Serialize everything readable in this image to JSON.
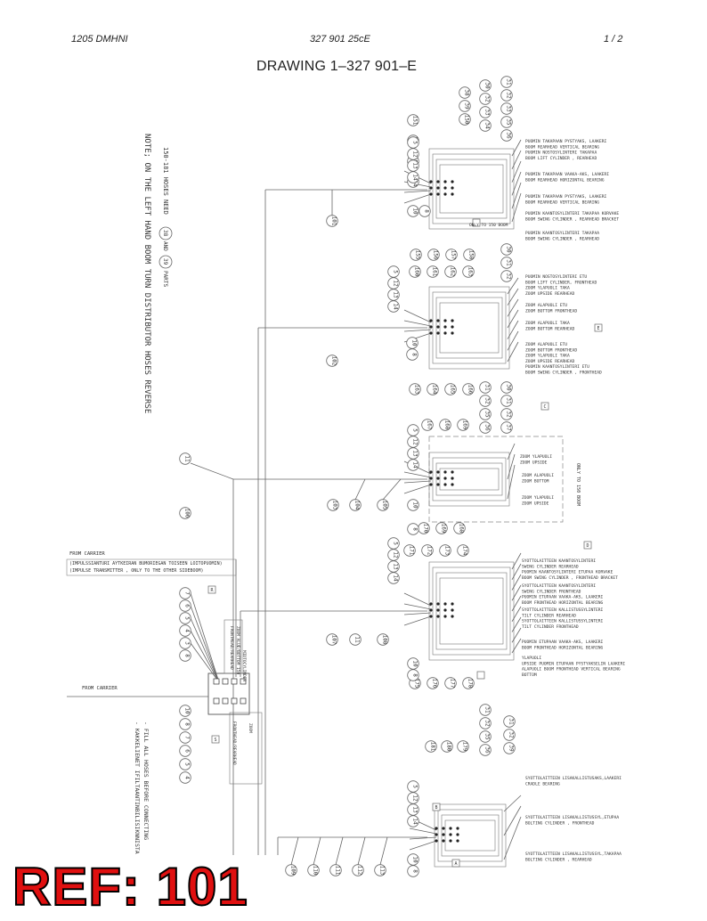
{
  "header": {
    "left": "1205 DMHNI",
    "center": "327 901 25cE",
    "right": "1 /  2"
  },
  "title": "DRAWING 1–327 901–E",
  "ref_stamp": "REF: 101",
  "note": {
    "line1": "NOTE; ON THE LEFT HAND BOOM TURN DISTRIBUTOR HOSES REVERSE",
    "line2": "150-181 HOSES NEED",
    "and": "AND",
    "parts": "PARTS",
    "bubble_a": "38",
    "bubble_b": "39"
  },
  "carrier": {
    "from1": "FROM CARRIER",
    "impulse_fi": "(IMPULSSIANTURI AYTKEIRAN BUMORIEGAN TOISEEN LOITOPUOMIN)",
    "impulse_en": "(IMPULSE TRANSMITTER , ONLY TO THE OTHER SIDEBOOM)",
    "from2": "FROM CARRIER"
  },
  "fill_note": {
    "line1": "- KAKKELIENET IFILTAANTINBILISIKNNISTA",
    "line2": "- FILL ALL HOSES BEFORE CONNECTING"
  },
  "only_150": "ONLY TO 150 BOOM",
  "only_150_b": "ONLY TO 150 BOOM",
  "sections": [
    {
      "labels": [
        "PUOMIN TAKAPAAN PYSTYAKS, LAAKERI",
        "BOOM REARHEAD VERTICAL BEARING",
        "PUOMIN NOSTOSYLINTERI TAKAPAA",
        "BOOM LIFT CYLINDER , REARHEAD",
        "PUOMIN TAKAPAAN VAAKA-AKS, LAAKERI",
        "BOOM REARHEAD HORIZONTAL BEARING",
        "PUOMIN TAKAPAAN PYSTYAKS, LAAKERI",
        "BOOM REARHEAD VERTICAL BEARING",
        "PUOMIN KAANTOSYLINTERI TAKAPAA KORVAKE",
        "BOOM SWING CYLINDER , REARHEAD BRACKET",
        "PUOMIN KAANTOSYLINTERI TAKAPAA",
        "BOOM SWING CYLINDER , REARHEAD"
      ]
    },
    {
      "labels": [
        "PUOMIN NOSTOSYLINTERI ETU",
        "BOOM LIFT CYLINDER, FRONTHEAD",
        "ZOOM YLAPUOLI TAKA",
        "ZOOM UPSIDE REARHEAD",
        "ZOOM ALAPUOLI ETU",
        "ZOOM BOTTOM FRONTHEAD",
        "ZOOM ALAPUOLI TAKA",
        "ZOOM BOTTOM REARHEAD",
        "ZOOM ALAPUOLI ETU",
        "ZOOM BOTTOM FRONTHEAD",
        "ZOOM YLAPUOLI TAKA",
        "ZOOM UPSIDE REARHEAD",
        "PUOMIN KAANTOSYLINTERI ETU",
        "BOOM SWING CYLINDER , FRONTHEAD"
      ]
    },
    {
      "labels": [
        "ZOOM YLAPUOLI",
        "ZOOM UPSIDE",
        "ZOOM ALAPUOLI",
        "ZOOM BOTTOM",
        "ZOOM YLAPUOLI",
        "ZOOM UPSIDE"
      ]
    },
    {
      "labels": [
        "SYOTTOLAITTEEN KAANTOSYLINTERI",
        "SWING CYLINDER REARHEAD",
        "PUOMIN KAANTOSYLINTERI ETUPAA KORVAKE",
        "BOOM SWING CYLINDER , FRONTHEAD BRACKET",
        "SYOTTOLAITTEEN KAANTOSYLINTERI",
        "SWING CYLINDER FRONTHEAD",
        "PUOMIN ETUPAAN VAAKA-AKS, LAAKERI",
        "BOOM FRONTHEAD HORIZONTAL BEARING",
        "SYOTTOLAITTEEN KALLISTUSSYLINTERI",
        "TILT CYLINDER REARHEAD",
        "SYOTTOLAITTEEN KALLISTUSSYLINTERI",
        "TILT CYLINDER FRONTHEAD",
        "PUOMIN ETUPAAN VAAKA-AKS, LAAKERI",
        "BOOM FRONTHEAD HORIZONTAL BEARING",
        "YLAPUOLI",
        "UPSIDE  PUOMIN ETUPAAN PYSTYAKSELIN LAAKERI",
        "ALAPUOLI BOOM FRONTHEAD VERTICAL BEARING",
        "BOTTOM"
      ]
    },
    {
      "labels": [
        "SYOTTOLAITTEEN LISAKALLISTUSAKS,LAAKERI",
        "CRADLE BEARING",
        "SYOTTOLAITTEEN LISAKALLISTUSSYL,ETUPAA",
        "BOLTING CYLINDER , FRONTHEAD",
        "SYOTTOLAITTEEN LISAKALLISTUSSYL,TAKAPAA",
        "BOLTING CYLINDER , REARHEAD"
      ]
    }
  ],
  "bubbles": {
    "s1_top": [
      "31",
      "32",
      "33",
      "35",
      "36"
    ],
    "s1_top2": [
      "38",
      "39",
      "150"
    ],
    "s1_mid": [
      "151",
      "152",
      "153",
      "154"
    ],
    "s1_left": [
      "5",
      "12",
      "13",
      "14"
    ],
    "s1_bot": [
      "155",
      "156",
      "157",
      "158"
    ],
    "s1_br": [
      "30",
      "31",
      "32"
    ],
    "s1_08": [
      "10",
      "8"
    ],
    "s2_top": [
      "160",
      "161",
      "162",
      "163"
    ],
    "s2_left": [
      "5",
      "12",
      "13",
      "14"
    ],
    "s2_bot": [
      "163",
      "164",
      "165",
      "166"
    ],
    "s2_br": [
      "31",
      "32",
      "35",
      "36"
    ],
    "s2_br2": [
      "30",
      "31",
      "32",
      "37"
    ],
    "s2_08": [
      "10",
      "8"
    ],
    "s3_top": [
      "167",
      "168",
      "169"
    ],
    "s3_left": [
      "5",
      "12",
      "13",
      "14"
    ],
    "s3_bot": [
      "170",
      "169",
      "168"
    ],
    "s3_08": [
      "10",
      "8"
    ],
    "s4_top": [
      "171",
      "172",
      "173",
      "174"
    ],
    "s4_left": [
      "5",
      "12",
      "13",
      "14"
    ],
    "s4_bot": [
      "175",
      "176",
      "177",
      "178"
    ],
    "s4_br": [
      "31",
      "32",
      "35",
      "36"
    ],
    "s4_br2": [
      "31",
      "32",
      "39"
    ],
    "s4_08": [
      "10",
      "8"
    ],
    "s5_top": [
      "181",
      "180",
      "179"
    ],
    "s5_left": [
      "5",
      "12",
      "13",
      "14"
    ],
    "s5_08": [
      "10",
      "8"
    ],
    "trunk": [
      "101",
      "102",
      "103",
      "104",
      "105",
      "106",
      "107",
      "108",
      "109",
      "110",
      "111",
      "112",
      "113"
    ],
    "dist_left": [
      "7",
      "6",
      "5",
      "4",
      "3"
    ],
    "dist_8": [
      "8"
    ],
    "dist_bot": [
      "10",
      "8",
      "7",
      "6",
      "5",
      "4"
    ],
    "page_tags": [
      "E",
      "C",
      "D",
      "B",
      "A",
      "R",
      "S"
    ]
  },
  "distributor": {
    "v1": "FRONTMEAD/REARHEAD",
    "v2": "ZOOM ALUE/BOTTOM 150",
    "v3": "MIDTOCYLINDER",
    "v4": "ZOOM",
    "v5": "FRONTHEAD/REARHEAD"
  }
}
